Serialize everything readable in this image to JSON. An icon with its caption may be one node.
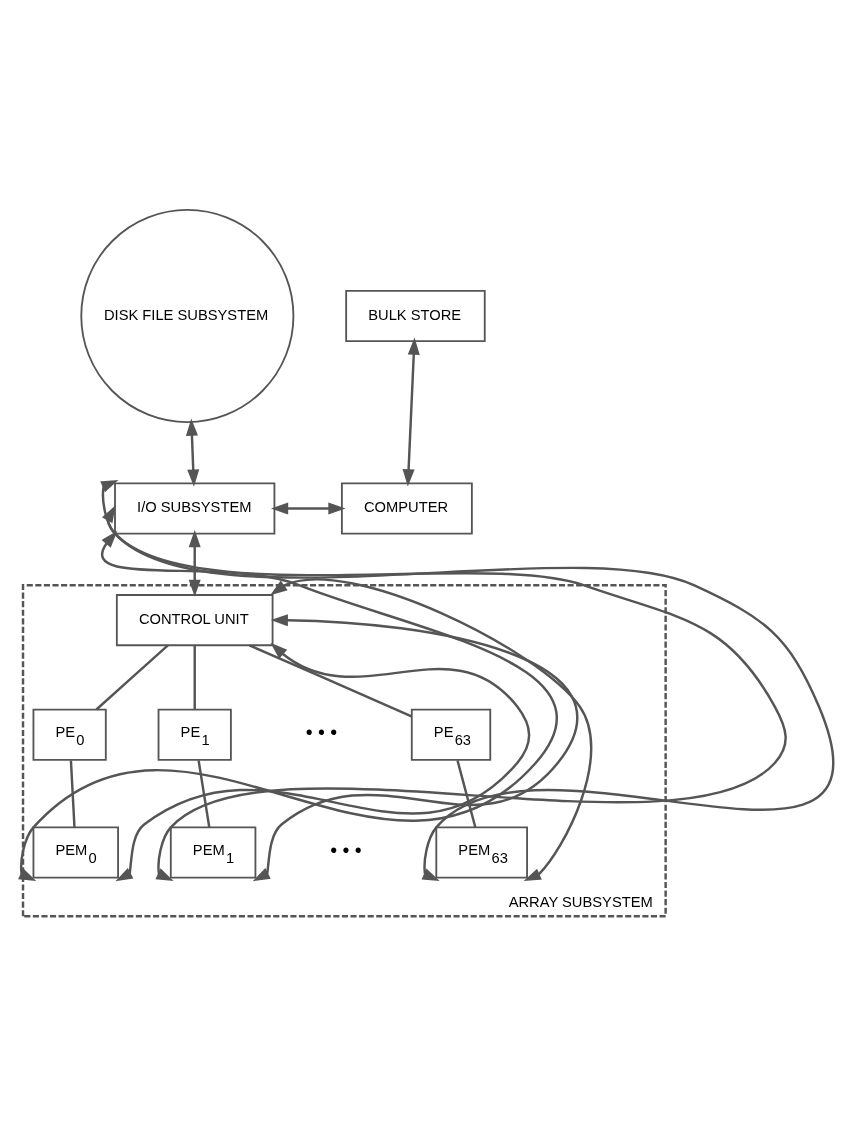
{
  "diagram": {
    "nodes": [
      {
        "text": [
          "DISK FILE SUBSYSTEM"
        ]
      },
      {
        "text": [
          "BULK STORE"
        ]
      },
      {
        "text": [
          "I/O SUBSYSTEM"
        ]
      },
      {
        "text": [
          "COMPUTER"
        ]
      },
      {
        "text": [
          "ARRAY SUBSYSTEM"
        ]
      },
      {
        "text": [
          "CONTROL UNIT"
        ],
        "in": 4
      },
      {
        "text": [
          "PE$_{0}$"
        ],
        "in": 4
      },
      {
        "text": [
          "PE$_{1}$"
        ],
        "in": 4
      },
      {
        "text": [
          "PE$_{63}$"
        ],
        "in": 4
      },
      {
        "text": [
          "PEM$_{0}$"
        ],
        "in": 4
      },
      {
        "text": [
          "PEM$_{1}$"
        ],
        "in": 4
      },
      {
        "text": [
          "PEM$_{63}$"
        ],
        "in": 4
      }
    ],
    "edges": [
      {
        "from": 0,
        "to": 2,
        "arrow": "both"
      },
      {
        "from": 1,
        "to": 3,
        "arrow": "both"
      },
      {
        "from": 2,
        "to": 3,
        "arrow": "both"
      },
      {
        "from": 2,
        "to": 5,
        "arrow": "both"
      },
      {
        "from": 5,
        "to": 6,
        "arrow": "none"
      },
      {
        "from": 5,
        "to": 7,
        "arrow": "none"
      },
      {
        "from": 5,
        "to": 8,
        "arrow": "none"
      },
      {
        "from": 6,
        "to": 9,
        "arrow": "none"
      },
      {
        "from": 7,
        "to": 10,
        "arrow": "none"
      },
      {
        "from": 8,
        "to": 11,
        "arrow": "none"
      },
      {
        "from": 9,
        "to": 2,
        "arrow": "both"
      },
      {
        "from": 10,
        "to": 2,
        "arrow": "both"
      },
      {
        "from": 11,
        "to": 2,
        "arrow": "both"
      },
      {
        "from": 9,
        "to": 5,
        "arrow": "both"
      },
      {
        "from": 10,
        "to": 5,
        "arrow": "both"
      },
      {
        "from": 11,
        "to": 5,
        "arrow": "both"
      }
    ],
    "labels": [
      "• • •",
      "• • •"
    ]
  }
}
